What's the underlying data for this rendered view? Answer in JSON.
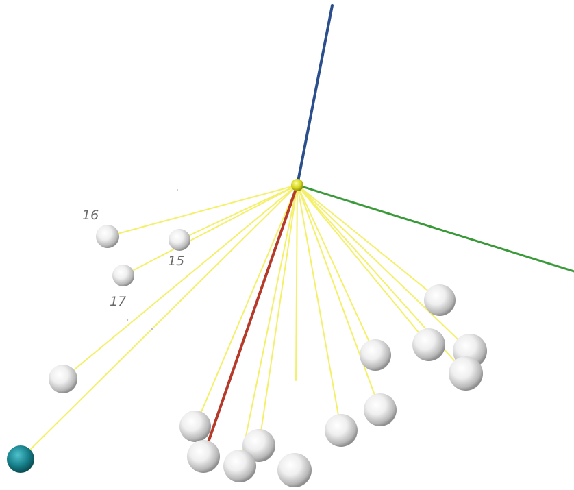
{
  "scene": {
    "background": "#ffffff",
    "line_color": "#f4f06a",
    "atom_color": "#f2f2f2",
    "atom_shade": "#9a9a9a",
    "center_atom_color": "#d8d820",
    "special_atom_color": "#1c8a95",
    "axes": [
      {
        "name": "blue-axis",
        "color": "#2b4e8c"
      },
      {
        "name": "green-axis",
        "color": "#3a9a3a"
      },
      {
        "name": "red-axis",
        "color": "#b53a2a"
      }
    ],
    "labels": [
      {
        "id": "label-16",
        "text": "16"
      },
      {
        "id": "label-15",
        "text": "15"
      },
      {
        "id": "label-17",
        "text": "17"
      }
    ]
  }
}
